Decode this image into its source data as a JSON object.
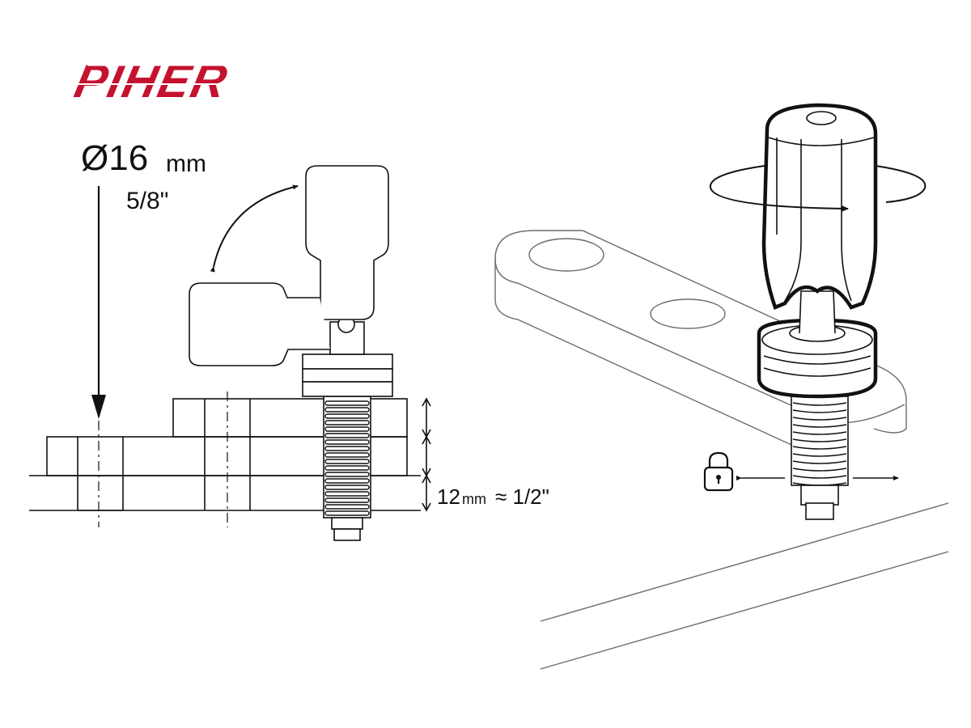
{
  "brand": {
    "logo_text": "PIHER",
    "logo_color": "#c4122f"
  },
  "dimensions": {
    "hole_diameter_value": "Ø16",
    "hole_diameter_unit": "mm",
    "hole_diameter_imperial": "5/8\"",
    "thickness_value": "12",
    "thickness_unit": "mm",
    "thickness_imperial": "≈ 1/2\""
  },
  "icons": {
    "lock": "lock-icon",
    "rotation": "rotation-arrow-icon",
    "swing": "swing-arrow-icon"
  },
  "colors": {
    "line": "#111111",
    "light_line": "#6b6b6b",
    "fill": "#ffffff"
  }
}
